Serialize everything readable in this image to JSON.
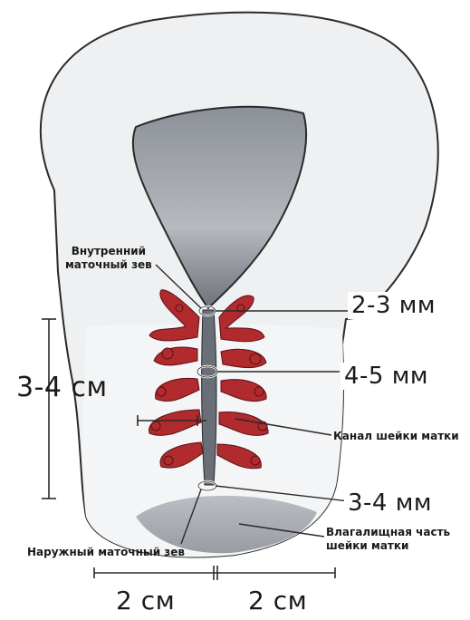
{
  "labels": {
    "internal_os_line1": "Внутренний",
    "internal_os_line2": "маточный зев",
    "canal": "Канал шейки матки",
    "vaginal_part_line1": "Влагалищная часть",
    "vaginal_part_line2": "шейки матки",
    "external_os": "Наружный маточный зев"
  },
  "measurements": {
    "internal_diameter": "2-3 мм",
    "middle_diameter": "4-5 мм",
    "external_diameter": "3-4 мм",
    "cervix_length": "3-4 см",
    "left_width": "2 см",
    "right_width": "2 см"
  },
  "colors": {
    "glands": "#b02a2e",
    "cavity": "#7c8088",
    "tissue": "#eceef0",
    "outline": "#2a2a2a"
  }
}
